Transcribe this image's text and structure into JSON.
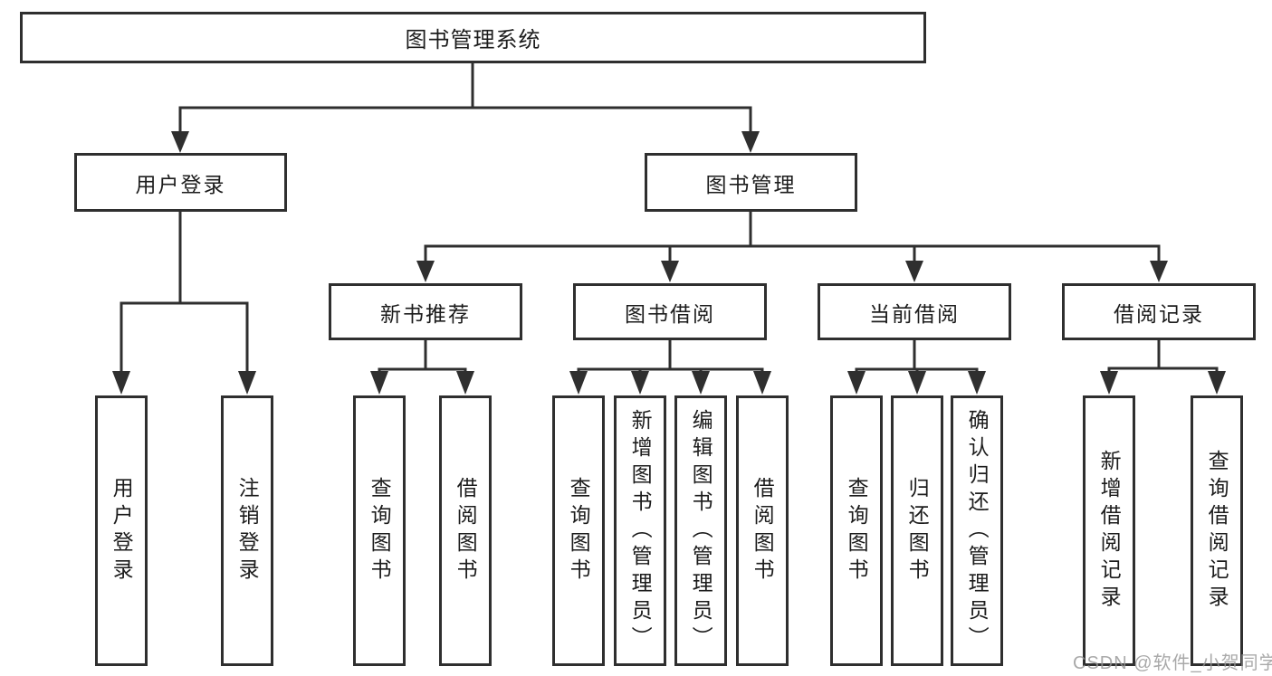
{
  "root": {
    "label": "图书管理系统",
    "children": [
      {
        "label": "用户登录",
        "children": [
          {
            "label": "用户登录"
          },
          {
            "label": "注销登录"
          }
        ]
      },
      {
        "label": "图书管理",
        "children": [
          {
            "label": "新书推荐",
            "children": [
              {
                "label": "查询图书"
              },
              {
                "label": "借阅图书"
              }
            ]
          },
          {
            "label": "图书借阅",
            "children": [
              {
                "label": "查询图书"
              },
              {
                "label": "新增图书（管理员）"
              },
              {
                "label": "编辑图书（管理员）"
              },
              {
                "label": "借阅图书"
              }
            ]
          },
          {
            "label": "当前借阅",
            "children": [
              {
                "label": "查询图书"
              },
              {
                "label": "归还图书"
              },
              {
                "label": "确认归还（管理员）"
              }
            ]
          },
          {
            "label": "借阅记录",
            "children": [
              {
                "label": "新增借阅记录"
              },
              {
                "label": "查询借阅记录"
              }
            ]
          }
        ]
      }
    ]
  },
  "watermark": {
    "text": "CSDN @软件_小贺同学"
  },
  "colors": {
    "line": "#2f2f2f",
    "text": "#1c1c1c",
    "background": "#ffffff",
    "watermark": "#969696"
  }
}
